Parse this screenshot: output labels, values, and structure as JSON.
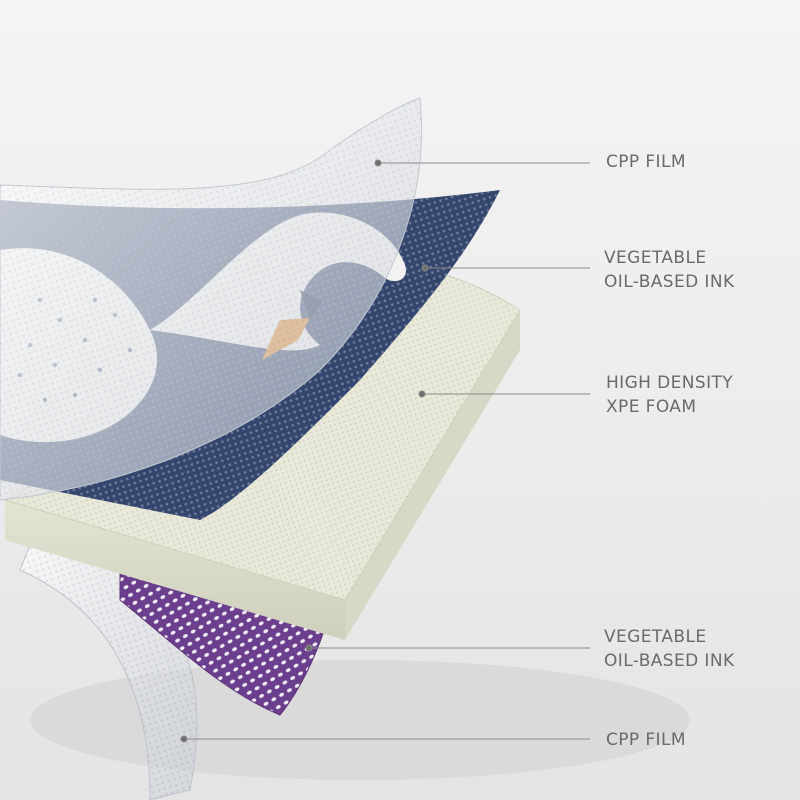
{
  "layers": [
    {
      "lines": [
        "CPP FILM"
      ]
    },
    {
      "lines": [
        "VEGETABLE",
        "OIL-BASED INK"
      ]
    },
    {
      "lines": [
        "HIGH DENSITY",
        "XPE FOAM"
      ]
    },
    {
      "lines": [
        "VEGETABLE",
        "OIL-BASED INK"
      ]
    },
    {
      "lines": [
        "CPP FILM"
      ]
    }
  ],
  "colors": {
    "background": "#ededed",
    "film": "#d9dde3",
    "print_navy": "#34466e",
    "print_white": "#f2f2f0",
    "beak_orange": "#e08a2e",
    "foam_cream": "#e9e9da",
    "print_purple": "#6b3f8e",
    "label_text": "#6a6a6a",
    "leader_line": "#8a8a8a"
  }
}
